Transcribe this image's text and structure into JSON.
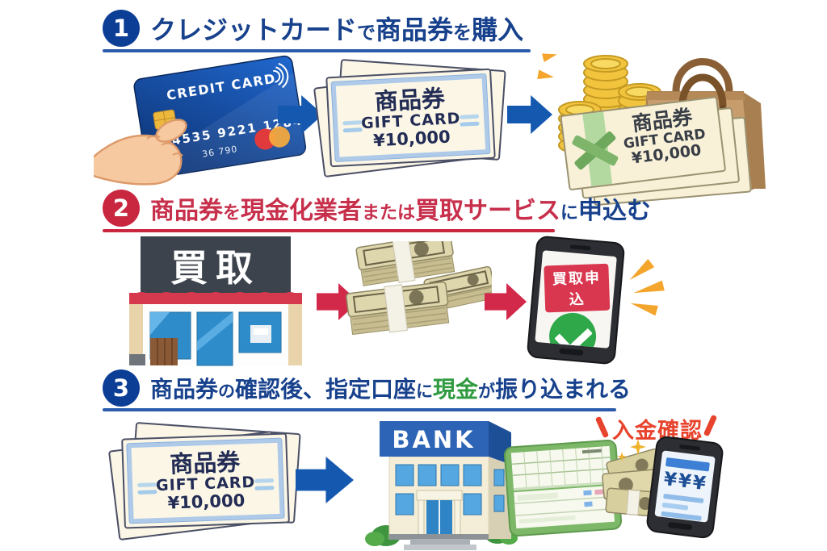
{
  "colors": {
    "navy_title": "#17418c",
    "red_title": "#c72f4b",
    "green_accent": "#2f9a3f",
    "blue_arrow": "#1558b0",
    "red_arrow": "#d2294b",
    "badge_blue": "#0c3e96",
    "badge_red": "#c9273f",
    "deposit_red": "#e8432c"
  },
  "steps": [
    {
      "number": "1",
      "segments": [
        "クレジットカード",
        "で",
        "商品券",
        "を",
        "購入"
      ]
    },
    {
      "number": "2",
      "segments": [
        "商品券",
        "を",
        "現金化業者",
        "または",
        "買取サービス",
        "に",
        "申込む"
      ]
    },
    {
      "number": "3",
      "segments": [
        "商品券",
        "の",
        "確認後、指定口座",
        "に",
        "現金",
        "が",
        "振り込まれる"
      ]
    }
  ],
  "credit_card": {
    "brand": "CREDIT CARD",
    "number": "4535 9221 1284",
    "sub_number": "36 790"
  },
  "gift_card": {
    "name": "商品券",
    "subtitle": "GIFT CARD",
    "amount": "¥10,000"
  },
  "buy_shop": {
    "sign": "買取"
  },
  "apply_phone": {
    "badge": "買取申込"
  },
  "bank": {
    "sign": "BANK"
  },
  "deposit": {
    "label": "入金確認",
    "phone_amount": "¥¥¥"
  }
}
